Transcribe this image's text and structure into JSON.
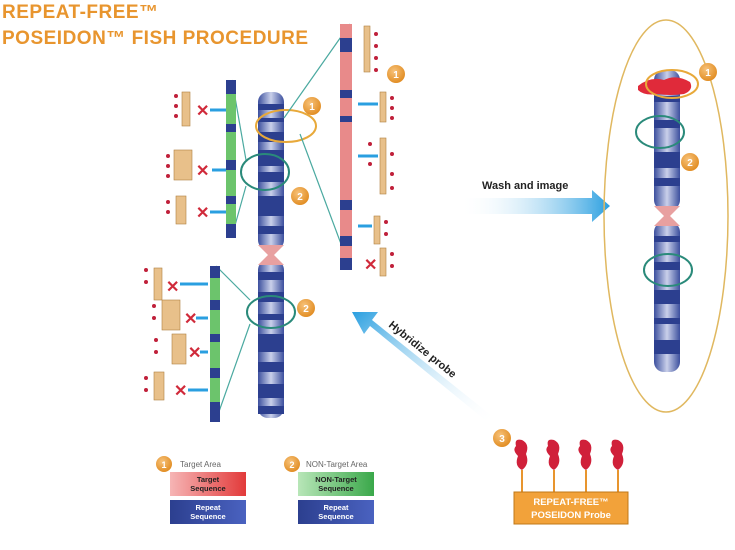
{
  "title": {
    "line1": "REPEAT-FREE™",
    "line2": "POSEIDON™ FISH PROCEDURE"
  },
  "steps": {
    "wash": "Wash and image",
    "hybridize": "Hybridize probe"
  },
  "badges": {
    "one": "1",
    "two": "2",
    "three": "3"
  },
  "probe": {
    "line1": "REPEAT-FREE™",
    "line2": "POSEIDON Probe"
  },
  "legend": {
    "target_area": "Target Area",
    "target_sequence_l1": "Target",
    "target_sequence_l2": "Sequence",
    "repeat_sequence_l1": "Repeat",
    "repeat_sequence_l2": "Sequence",
    "non_target_area": "NON-Target Area",
    "non_target_sequence_l1": "NON-Target",
    "non_target_sequence_l2": "Sequence"
  },
  "colors": {
    "title_orange": "#e8952e",
    "arrow_blue": "#2a9fe0",
    "chromosome_blue": "#2c3f8f",
    "target_red": "#e23a3a",
    "non_target_green": "#3aa84a",
    "badge_orange": "#e8952e"
  }
}
